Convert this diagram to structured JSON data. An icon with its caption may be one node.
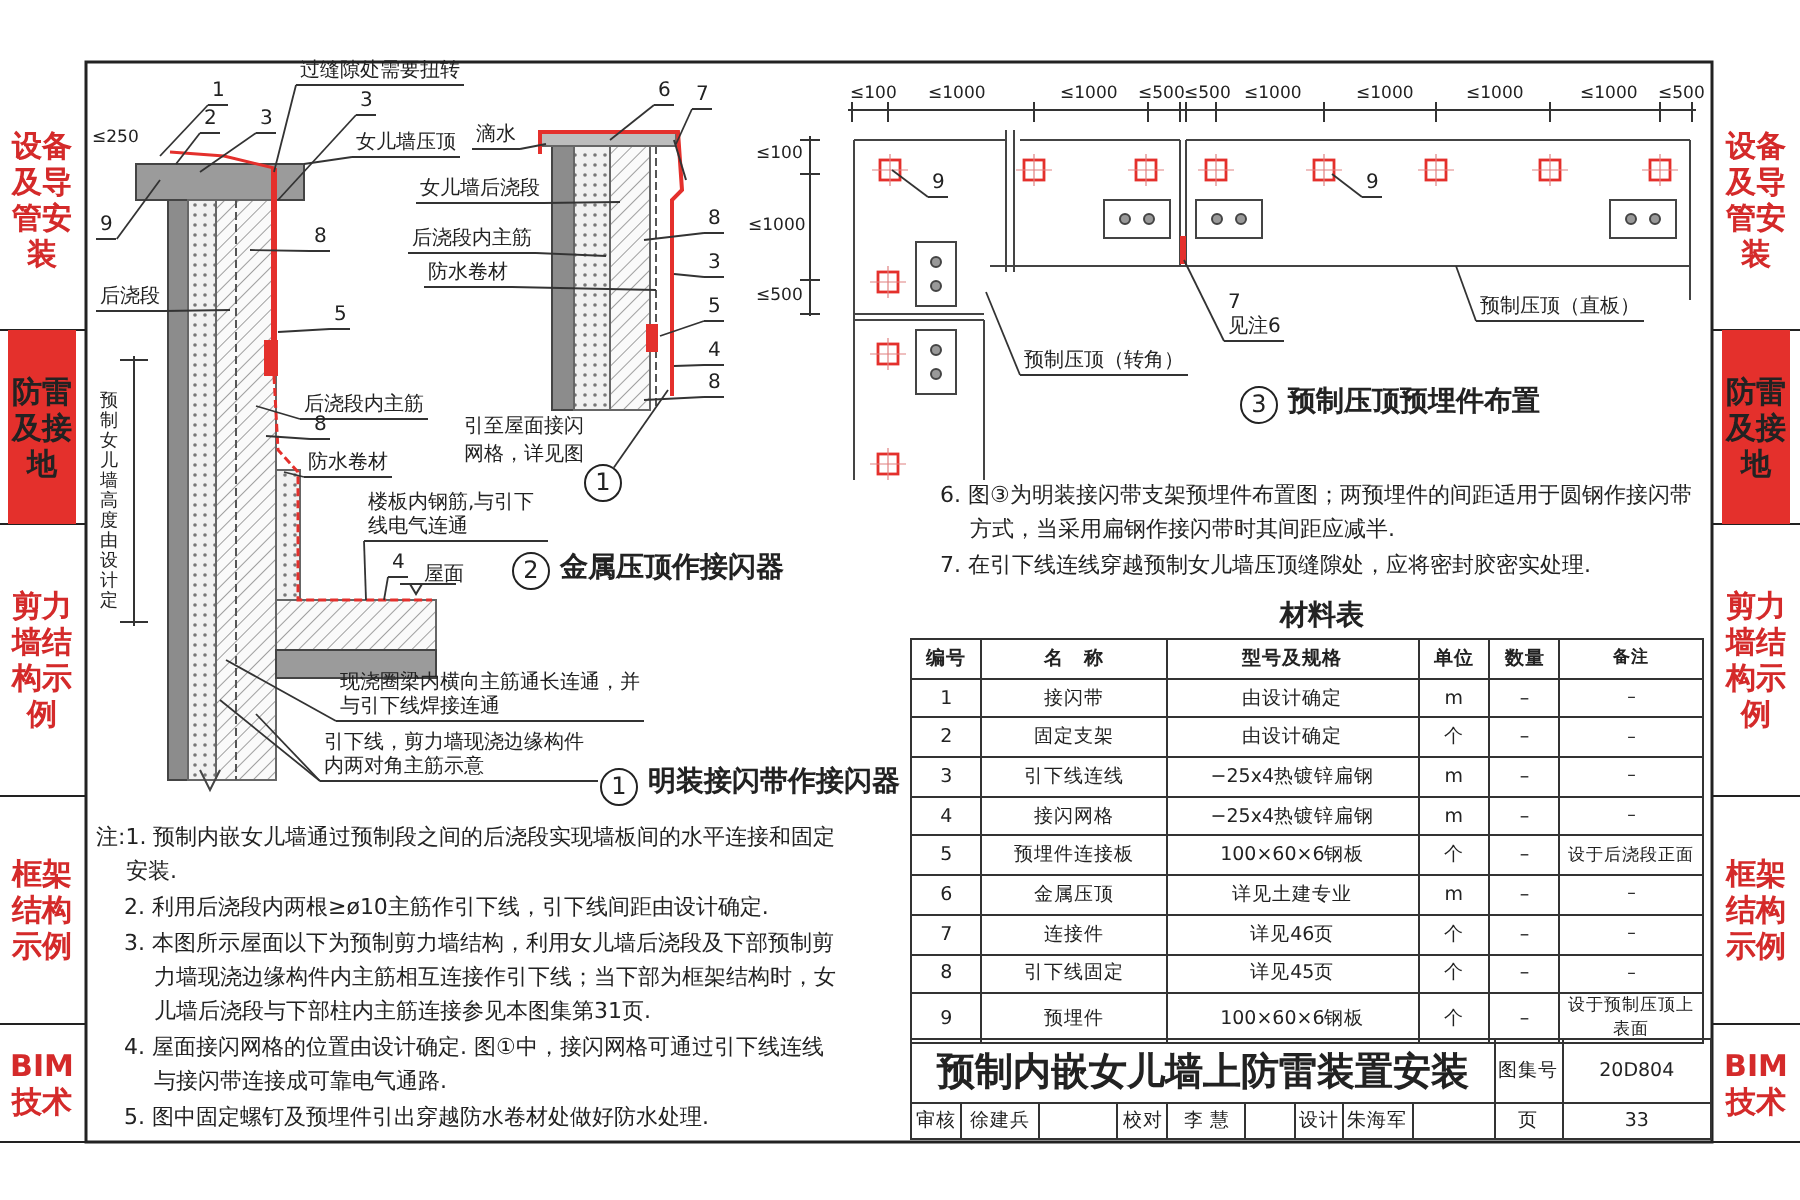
{
  "diagram": {
    "title": "预制内嵌女儿墙上防雷装置安装",
    "nodes": [
      {
        "text": [
          "1"
        ]
      },
      {
        "text": [
          "2"
        ]
      },
      {
        "text": [
          "3"
        ]
      },
      {
        "text": [
          "过缝隙处需要扭转"
        ]
      },
      {
        "text": [
          "3"
        ]
      },
      {
        "text": [
          "女儿墙压顶"
        ]
      },
      {
        "text": [
          "9"
        ]
      },
      {
        "text": [
          "8"
        ]
      },
      {
        "text": [
          "后浇段"
        ]
      },
      {
        "text": [
          "5"
        ]
      },
      {
        "text": [
          "后浇段内主筋"
        ]
      },
      {
        "text": [
          "8"
        ]
      },
      {
        "text": [
          "防水卷材"
        ]
      },
      {
        "text": [
          "楼板内钢筋,与引下线电气连通"
        ]
      },
      {
        "text": [
          "4"
        ]
      },
      {
        "text": [
          "现浇圈梁内横向主筋通长连通，并与引下线焊接连通"
        ]
      },
      {
        "text": [
          "引下线，剪力墙现浇边缘构件内两对角主筋示意"
        ]
      },
      {
        "text": [
          "1"
        ],
        "beside": [
          "明装接闪带作接闪器"
        ]
      },
      {
        "text": [
          "6"
        ]
      },
      {
        "text": [
          "7"
        ]
      },
      {
        "text": [
          "滴水"
        ]
      },
      {
        "text": [
          "女儿墙后浇段"
        ]
      },
      {
        "text": [
          "8"
        ]
      },
      {
        "text": [
          "后浇段内主筋"
        ]
      },
      {
        "text": [
          "3"
        ]
      },
      {
        "text": [
          "防水卷材"
        ]
      },
      {
        "text": [
          "5"
        ]
      },
      {
        "text": [
          "4"
        ]
      },
      {
        "text": [
          "8"
        ]
      },
      {
        "text": [
          "1"
        ],
        "beside": [
          "引至屋面接闪网格，详见图"
        ]
      },
      {
        "text": [
          "2"
        ],
        "beside": [
          "金属压顶作接闪器"
        ]
      },
      {
        "text": [
          "9"
        ]
      },
      {
        "text": [
          "9"
        ]
      },
      {
        "text": [
          "7",
          "见注6"
        ]
      },
      {
        "text": [
          "预制压顶（转角）"
        ]
      },
      {
        "text": [
          "预制压顶（直板）"
        ]
      },
      {
        "text": [
          "3"
        ],
        "beside": [
          "预制压顶预埋件布置"
        ]
      }
    ],
    "edges": [
      {
        "from": 0,
        "to": null,
        "arrow": "none"
      },
      {
        "from": 1,
        "to": null,
        "arrow": "none"
      },
      {
        "from": 2,
        "to": null,
        "arrow": "none"
      },
      {
        "from": 3,
        "to": null,
        "arrow": "none"
      },
      {
        "from": 4,
        "to": null,
        "arrow": "none"
      },
      {
        "from": 5,
        "to": null,
        "arrow": "none"
      },
      {
        "from": 6,
        "to": null,
        "arrow": "none"
      },
      {
        "from": 7,
        "to": null,
        "arrow": "none"
      },
      {
        "from": 8,
        "to": null,
        "arrow": "none"
      },
      {
        "from": 9,
        "to": null,
        "arrow": "none"
      },
      {
        "from": 10,
        "to": null,
        "arrow": "none"
      },
      {
        "from": 11,
        "to": null,
        "arrow": "none"
      },
      {
        "from": 12,
        "to": null,
        "arrow": "none"
      },
      {
        "from": 13,
        "to": null,
        "arrow": "none"
      },
      {
        "from": 14,
        "to": null,
        "arrow": "none"
      },
      {
        "from": 15,
        "to": null,
        "arrow": "none"
      },
      {
        "from": 16,
        "to": null,
        "arrow": "none"
      },
      {
        "from": 16,
        "to": null,
        "arrow": "none"
      },
      {
        "from": 18,
        "to": null,
        "arrow": "none"
      },
      {
        "from": 19,
        "to": null,
        "arrow": "none"
      },
      {
        "from": 20,
        "to": null,
        "arrow": "none"
      },
      {
        "from": 21,
        "to": null,
        "arrow": "none"
      },
      {
        "from": 22,
        "to": null,
        "arrow": "none"
      },
      {
        "from": 23,
        "to": null,
        "arrow": "none"
      },
      {
        "from": 24,
        "to": null,
        "arrow": "none"
      },
      {
        "from": 25,
        "to": null,
        "arrow": "none"
      },
      {
        "from": 26,
        "to": null,
        "arrow": "none"
      },
      {
        "from": 27,
        "to": null,
        "arrow": "none"
      },
      {
        "from": 28,
        "to": null,
        "arrow": "none"
      },
      {
        "from": 29,
        "to": null,
        "arrow": "none"
      },
      {
        "from": 31,
        "to": null,
        "arrow": "none"
      },
      {
        "from": 32,
        "to": null,
        "arrow": "none"
      },
      {
        "from": 33,
        "to": null,
        "arrow": "none"
      },
      {
        "from": 34,
        "to": null,
        "arrow": "none"
      },
      {
        "from": 35,
        "to": null,
        "arrow": "none"
      }
    ],
    "labels": [
      "设备及导管安装",
      "防雷及接地",
      "剪力墙结构示例",
      "框架结构示例",
      "BIM技术",
      "设备及导管安装",
      "防雷及接地",
      "剪力墙结构示例",
      "框架结构示例",
      "BIM技术",
      "≤250",
      "预制女儿墙高度由设计定",
      "屋面",
      "≤100",
      "≤1000",
      "≤500",
      "≤100",
      "≤1000",
      "≤1000",
      "≤500",
      "≤500",
      "≤1000",
      "≤1000",
      "≤1000",
      "≤1000",
      "≤500",
      "注:1. 预制内嵌女儿墙通过预制段之间的后浇段实现墙板间的水平连接和固定安装.",
      "2. 利用后浇段内两根≥ø10主筋作引下线，引下线间距由设计确定.",
      "3. 本图所示屋面以下为预制剪力墙结构，利用女儿墙后浇段及下部预制剪力墙现浇边缘构件内主筋相互连接作引下线；当下部为框架结构时，女儿墙后浇段与下部柱内主筋连接参见本图集第31页.",
      "4. 屋面接闪网格的位置由设计确定. 图①中，接闪网格可通过引下线连线与接闪带连接成可靠电气通路.",
      "5. 图中固定螺钉及预埋件引出穿越防水卷材处做好防水处理.",
      "6. 图③为明装接闪带支架预埋件布置图；两预埋件的间距适用于圆钢作接闪带方式，当采用扁钢作接闪带时其间距应减半.",
      "7. 在引下线连线穿越预制女儿墙压顶缝隙处，应将密封胶密实处理.",
      "材料表",
      "编号",
      "名　称",
      "型号及规格",
      "单位",
      "数量",
      "备注",
      "1",
      "接闪带",
      "由设计确定",
      "m",
      "–",
      "–",
      "2",
      "固定支架",
      "由设计确定",
      "个",
      "–",
      "–",
      "3",
      "引下线连线",
      "−25x4热镀锌扁钢",
      "m",
      "–",
      "–",
      "4",
      "接闪网格",
      "−25x4热镀锌扁钢",
      "m",
      "–",
      "–",
      "5",
      "预埋件连接板",
      "100×60×6钢板",
      "个",
      "–",
      "设于后浇段正面",
      "6",
      "金属压顶",
      "详见土建专业",
      "m",
      "–",
      "–",
      "7",
      "连接件",
      "详见46页",
      "个",
      "–",
      "–",
      "8",
      "引下线固定",
      "详见45页",
      "个",
      "–",
      "–",
      "9",
      "预埋件",
      "100×60×6钢板",
      "个",
      "–",
      "设于预制压顶上表面",
      "图集号",
      "20D804",
      "审核",
      "徐建兵",
      "校对",
      "李 慧",
      "设计",
      "朱海军",
      "页",
      "33"
    ]
  }
}
